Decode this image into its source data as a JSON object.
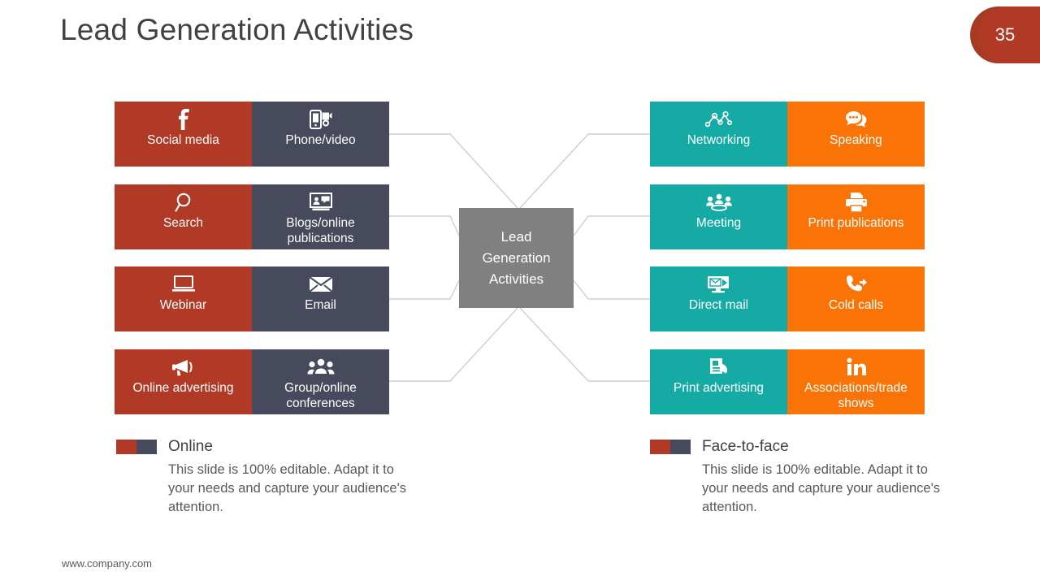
{
  "slide": {
    "title": "Lead Generation Activities",
    "page_number": "35",
    "footer": "www.company.com",
    "colors": {
      "red": "#b03a26",
      "navy": "#474a5c",
      "teal": "#16aaa5",
      "orange": "#f97306",
      "hub_gray": "#808080",
      "connector": "#cfcfcf",
      "title_text": "#414141",
      "body_text": "#595959"
    }
  },
  "hub": {
    "lines": [
      "Lead",
      "Generation",
      "Activities"
    ]
  },
  "left_tiles": [
    {
      "a": {
        "label": "Social media",
        "icon": "facebook-icon",
        "color": "red"
      },
      "b": {
        "label": "Phone/video",
        "icon": "phone-video-icon",
        "color": "navy"
      }
    },
    {
      "a": {
        "label": "Search",
        "icon": "search-icon",
        "color": "red"
      },
      "b": {
        "label": "Blogs/online publications",
        "icon": "blog-monitor-icon",
        "color": "navy"
      }
    },
    {
      "a": {
        "label": "Webinar",
        "icon": "laptop-icon",
        "color": "red"
      },
      "b": {
        "label": "Email",
        "icon": "envelope-icon",
        "color": "navy"
      }
    },
    {
      "a": {
        "label": "Online advertising",
        "icon": "megaphone-icon",
        "color": "red"
      },
      "b": {
        "label": "Group/online conferences",
        "icon": "people-group-icon",
        "color": "navy"
      }
    }
  ],
  "right_tiles": [
    {
      "a": {
        "label": "Networking",
        "icon": "network-nodes-icon",
        "color": "teal"
      },
      "b": {
        "label": "Speaking",
        "icon": "speech-bubble-icon",
        "color": "orange"
      }
    },
    {
      "a": {
        "label": "Meeting",
        "icon": "meeting-people-icon",
        "color": "teal"
      },
      "b": {
        "label": "Print publications",
        "icon": "printer-icon",
        "color": "orange"
      }
    },
    {
      "a": {
        "label": "Direct mail",
        "icon": "direct-mail-icon",
        "color": "teal"
      },
      "b": {
        "label": "Cold calls",
        "icon": "phone-call-icon",
        "color": "orange"
      }
    },
    {
      "a": {
        "label": "Print advertising",
        "icon": "print-ad-icon",
        "color": "teal"
      },
      "b": {
        "label": "Associations/trade shows",
        "icon": "linkedin-icon",
        "color": "orange"
      }
    }
  ],
  "legends": [
    {
      "title": "Online",
      "body": "This slide is 100% editable. Adapt it to your needs and capture your audience's attention."
    },
    {
      "title": "Face-to-face",
      "body": "This slide is 100% editable. Adapt it to your needs and capture your audience's attention."
    }
  ]
}
